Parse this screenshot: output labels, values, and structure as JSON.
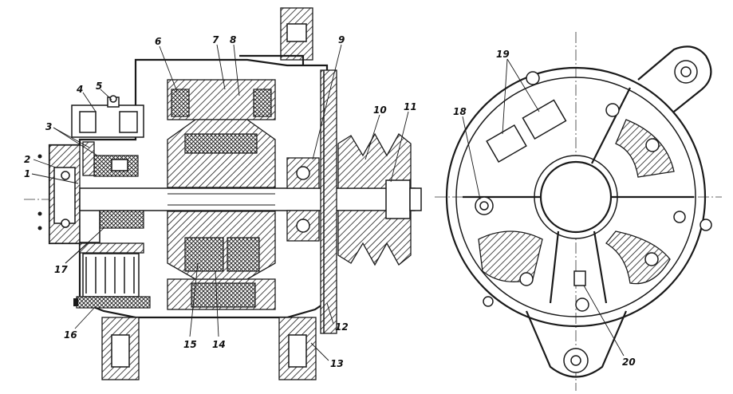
{
  "labels": {
    "l1": "1",
    "l2": "2",
    "l3": "3",
    "l4": "4",
    "l5": "5",
    "l6": "6",
    "l7": "7",
    "l8": "8",
    "l9": "9",
    "l10": "10",
    "l11": "11",
    "l12": "12",
    "l13": "13",
    "l14": "14",
    "l15": "15",
    "l16": "16",
    "l17": "17",
    "l18": "18",
    "l19": "19",
    "l20": "20"
  },
  "colors": {
    "ink": "#1a1a1a",
    "paper": "#ffffff"
  }
}
